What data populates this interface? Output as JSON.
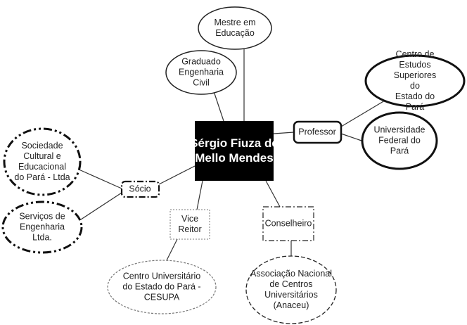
{
  "nodes": {
    "center": "Sérgio Fiuza de\nMello Mendes",
    "mestre": "Mestre em\nEducação",
    "graduado": "Graduado\nEngenharia\nCivil",
    "professor": "Professor",
    "cesep": "Centro de Estudos\nSuperiores do\nEstado do Pará",
    "ufpa": "Universidade\nFederal do\nPará",
    "socio": "Sócio",
    "sociedade": "Sociedade\nCultural e\nEducacional\ndo Pará - Ltda",
    "servicos": "Serviços de\nEngenharia\nLtda.",
    "vice_reitor": "Vice\nReitor",
    "cesupa": "Centro Universitário\ndo Estado do Pará -\nCESUPA",
    "conselheiro": "Conselheiro",
    "anaceu": "Associação Nacional\nde Centros\nUniversitários\n(Anaceu)"
  }
}
